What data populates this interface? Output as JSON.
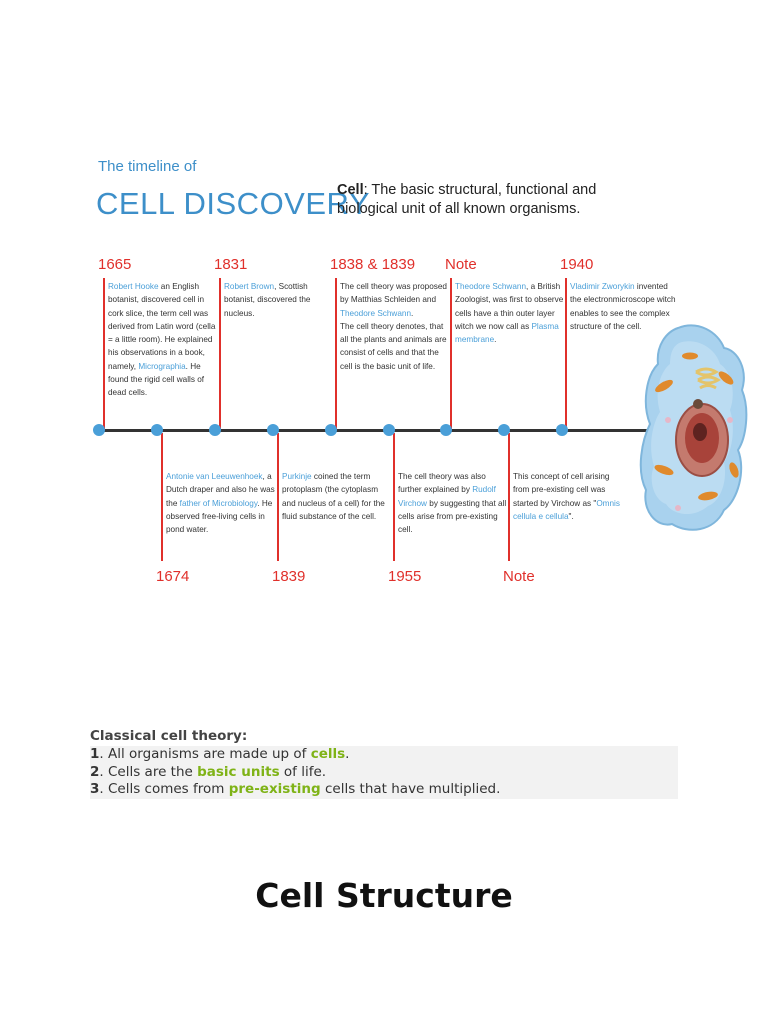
{
  "figure": {
    "subtitle": "The timeline of",
    "title": "CELL DISCOVERY",
    "definition": {
      "term": "Cell",
      "text": ": The basic structural, functional and biological unit of all known organisms."
    },
    "top_events": [
      {
        "year": "1665",
        "segments": [
          {
            "text": "Robert Hooke",
            "hl": true
          },
          {
            "text": " an English botanist, discovered cell in cork slice, the term cell was derived from Latin word (cella = a little room). He explained his observations in a book, namely, ",
            "hl": false
          },
          {
            "text": "Micrographia",
            "hl": true
          },
          {
            "text": ". He found the rigid cell walls of dead cells.",
            "hl": false
          }
        ]
      },
      {
        "year": "1831",
        "segments": [
          {
            "text": "Robert Brown",
            "hl": true
          },
          {
            "text": ", Scottish botanist, discovered the nucleus.",
            "hl": false
          }
        ]
      },
      {
        "year": "1838 & 1839",
        "segments": [
          {
            "text": "The cell theory was proposed by Matthias Schleiden and ",
            "hl": false
          },
          {
            "text": "Theodore Schwann",
            "hl": true
          },
          {
            "text": ".",
            "hl": false
          },
          {
            "text": "\nThe cell theory denotes, that all the plants and animals are consist of cells and that the cell is the basic unit of life.",
            "hl": false
          }
        ]
      },
      {
        "year": "Note",
        "segments": [
          {
            "text": "Theodore Schwann",
            "hl": true
          },
          {
            "text": ", a British Zoologist, was first to observe cells have a thin outer layer witch we now call as ",
            "hl": false
          },
          {
            "text": "Plasma membrane",
            "hl": true
          },
          {
            "text": ".",
            "hl": false
          }
        ]
      },
      {
        "year": "1940",
        "segments": [
          {
            "text": "Vladimir Zworykin",
            "hl": true
          },
          {
            "text": " invented the electronmicroscope witch\nenables to see the complex structure of the cell.",
            "hl": false
          }
        ]
      }
    ],
    "bottom_events": [
      {
        "year": "1674",
        "segments": [
          {
            "text": "Antonie van Leeuwenhoek",
            "hl": true
          },
          {
            "text": ", a Dutch draper and also he was the ",
            "hl": false
          },
          {
            "text": "father of Microbiology",
            "hl": true
          },
          {
            "text": ". He observed free-living cells in pond water.",
            "hl": false
          }
        ]
      },
      {
        "year": "1839",
        "segments": [
          {
            "text": "Purkinje",
            "hl": true
          },
          {
            "text": " coined the term protoplasm (the cytoplasm and nucleus of a cell) for the fluid substance of the cell.",
            "hl": false
          }
        ]
      },
      {
        "year": "1955",
        "segments": [
          {
            "text": "The cell theory was also further explained by ",
            "hl": false
          },
          {
            "text": "Rudolf Virchow",
            "hl": true
          },
          {
            "text": " by suggesting that all cells arise from pre-existing cell.",
            "hl": false
          }
        ]
      },
      {
        "year": "Note",
        "segments": [
          {
            "text": "This concept of cell arising from pre-existing cell was started by Virchow as \"",
            "hl": false
          },
          {
            "text": "Omnis cellula e cellula",
            "hl": true
          },
          {
            "text": "\".",
            "hl": false
          }
        ]
      }
    ]
  },
  "colors": {
    "accent_blue": "#3d8fc9",
    "timeline_red": "#e0302b",
    "keyword_green": "#7fb317"
  },
  "theory": {
    "title": "Classical cell theory:",
    "items": [
      {
        "num": "1",
        "before": ". All organisms are made up of ",
        "keyword": "cells",
        "after": "."
      },
      {
        "num": "2",
        "before": ". Cells are the ",
        "keyword": "basic units",
        "after": " of life."
      },
      {
        "num": "3",
        "before": ". Cells comes from ",
        "keyword": "pre-existing",
        "after": " cells that have multiplied."
      }
    ]
  },
  "section_heading": "Cell Structure"
}
